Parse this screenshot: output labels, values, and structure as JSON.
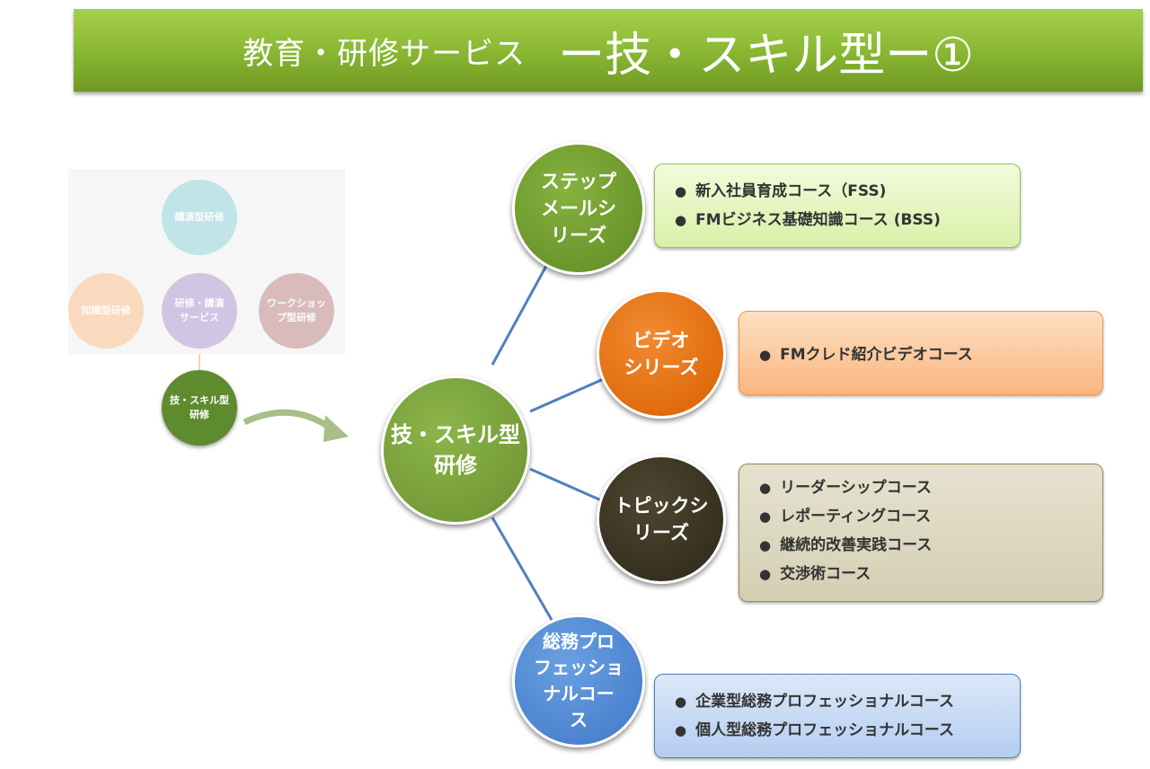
{
  "header": {
    "title_main": "教育・研修サービス",
    "title_sub": "ー技・スキル型ー①"
  },
  "thumbnail": {
    "top": "講演型研修",
    "left": "知識型研修",
    "center": "研修・講演\nサービス",
    "right": "ワークショッ\nプ型研修",
    "bottom": "技・スキル型\n研修"
  },
  "center_node": {
    "label": "技・スキル型\n研修"
  },
  "branches": [
    {
      "label": "ステップ\nメールシ\nリーズ",
      "color": "#6e9a2a",
      "items": [
        "新入社員育成コース（FSS)",
        "FMビジネス基礎知識コース (BSS)"
      ]
    },
    {
      "label": "ビデオ\nシリーズ",
      "color": "#e46c0a",
      "items": [
        "FMクレド紹介ビデオコース"
      ]
    },
    {
      "label": "トピックシ\nリーズ",
      "color": "#3c3621",
      "items": [
        "リーダーシップコース",
        "レポーティングコース",
        "継続的改善実践コース",
        "交渉術コース"
      ]
    },
    {
      "label": "総務プロ\nフェッショ\nナルコー\nス",
      "color": "#4a86d4",
      "items": [
        "企業型総務プロフェッショナルコース",
        "個人型総務プロフェッショナルコース"
      ]
    }
  ],
  "colors": {
    "banner": "#8dbb35",
    "connector": "#4f81bd",
    "box_green": "#eaf7c8",
    "box_orange": "#fbc898",
    "box_gray": "#ddd9c3",
    "box_blue": "#c6d9f1"
  }
}
